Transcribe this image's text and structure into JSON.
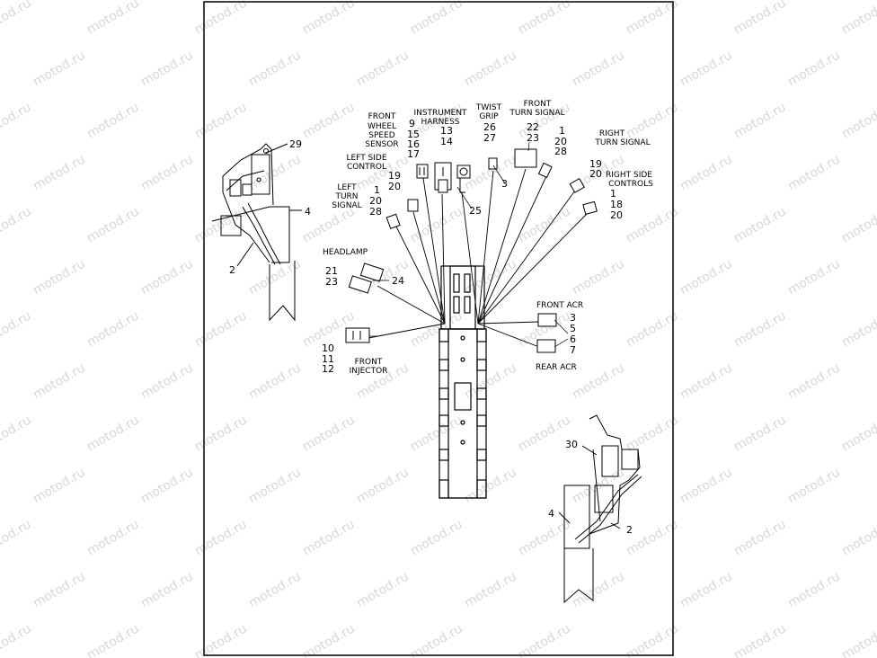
{
  "watermark": "motod.ru",
  "colors": {
    "line": "#000000",
    "watermark": "#c8c8c8",
    "background": "#ffffff"
  },
  "labels": {
    "front_wheel_speed_sensor": [
      "FRONT",
      "WHEEL",
      "SPEED",
      "SENSOR"
    ],
    "instrument_harness": [
      "INSTRUMENT",
      "HARNESS"
    ],
    "twist_grip": [
      "TWIST",
      "GRIP"
    ],
    "front_turn_signal": [
      "FRONT",
      "TURN SIGNAL"
    ],
    "right_turn_signal": [
      "RIGHT",
      "TURN SIGNAL"
    ],
    "left_side_control": [
      "LEFT SIDE",
      "CONTROL"
    ],
    "left_turn_signal": [
      "LEFT",
      "TURN",
      "SIGNAL"
    ],
    "right_side_controls": [
      "RIGHT SIDE",
      "CONTROLS"
    ],
    "headlamp": "HEADLAMP",
    "front_acr": "FRONT ACR",
    "rear_acr": "REAR ACR",
    "front_injector": [
      "FRONT",
      "INJECTOR"
    ]
  },
  "callouts": {
    "fwss": [
      "9",
      "15",
      "16",
      "17"
    ],
    "instrument": [
      "13",
      "14"
    ],
    "twist": [
      "26",
      "27"
    ],
    "front_turn": [
      "22",
      "23"
    ],
    "right_turn": [
      "1",
      "20",
      "28"
    ],
    "left_side_ctrl": [
      "19",
      "20"
    ],
    "left_turn": [
      "1",
      "20",
      "28"
    ],
    "r19_20": [
      "19",
      "20"
    ],
    "right_side": [
      "1",
      "18",
      "20"
    ],
    "headlamp_l": [
      "21",
      "23"
    ],
    "headlamp_r": "24",
    "front_acr": [
      "3",
      "5"
    ],
    "rear_acr": [
      "6",
      "7"
    ],
    "front_injector": [
      "10",
      "11",
      "12"
    ],
    "three": "3",
    "twenty_five": "25",
    "ul_29": "29",
    "ul_4": "4",
    "ul_2": "2",
    "lr_30": "30",
    "lr_4": "4",
    "lr_2": "2"
  }
}
